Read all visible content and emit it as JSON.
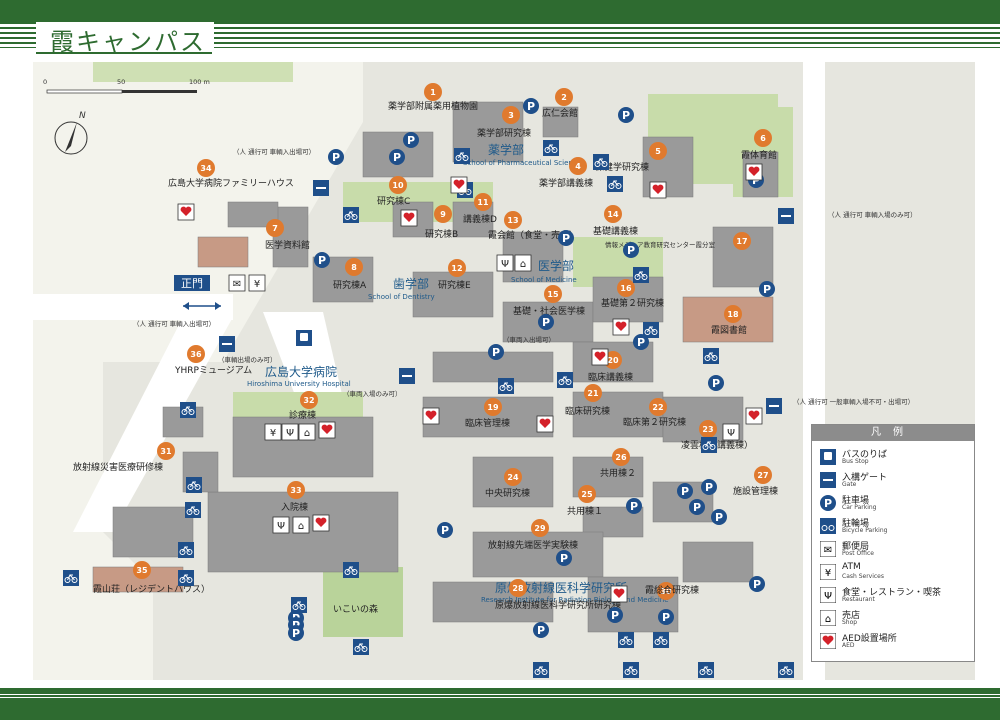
{
  "page": {
    "title": "霞キャンパス"
  },
  "colors": {
    "green": "#2e6b30",
    "badge": "#e07a2e",
    "icon_blue": "#1f4f8a",
    "aed_red": "#d4212a",
    "dept_blue": "#1f5a8a"
  },
  "scale": {
    "ticks": [
      "0",
      "50",
      "100 m"
    ]
  },
  "main_gate": {
    "label": "正門"
  },
  "buildings": [
    {
      "num": "1",
      "name": "薬学部附属薬用植物園"
    },
    {
      "num": "2",
      "name": "広仁会館"
    },
    {
      "num": "3",
      "name": "薬学部研究棟"
    },
    {
      "num": "4",
      "name": "薬学部講義棟"
    },
    {
      "num": "5",
      "name": "保健学研究棟"
    },
    {
      "num": "6",
      "name": "霞体育館"
    },
    {
      "num": "7",
      "name": "医学資料館"
    },
    {
      "num": "8",
      "name": "研究棟A"
    },
    {
      "num": "9",
      "name": "研究棟B"
    },
    {
      "num": "10",
      "name": "研究棟C"
    },
    {
      "num": "11",
      "name": "講義棟D"
    },
    {
      "num": "12",
      "name": "研究棟E"
    },
    {
      "num": "13",
      "name": "霞会館（食堂・売店）"
    },
    {
      "num": "14",
      "name": "基礎講義棟"
    },
    {
      "num": "15",
      "name": "基礎・社会医学棟"
    },
    {
      "num": "16",
      "name": "基礎第２研究棟"
    },
    {
      "num": "17",
      "name": ""
    },
    {
      "num": "18",
      "name": "霞図書館"
    },
    {
      "num": "19",
      "name": "臨床管理棟"
    },
    {
      "num": "20",
      "name": "臨床講義棟"
    },
    {
      "num": "21",
      "name": "臨床研究棟"
    },
    {
      "num": "22",
      "name": "臨床第２研究棟"
    },
    {
      "num": "23",
      "name": "凌雲棟（講義棟）"
    },
    {
      "num": "24",
      "name": "中央研究棟"
    },
    {
      "num": "25",
      "name": "共用棟１"
    },
    {
      "num": "26",
      "name": "共用棟２"
    },
    {
      "num": "27",
      "name": "施設管理棟"
    },
    {
      "num": "28",
      "name": "原爆放射線医科学研究所研究棟"
    },
    {
      "num": "29",
      "name": "放射線先端医学実験棟"
    },
    {
      "num": "30",
      "name": "霞総合研究棟"
    },
    {
      "num": "31",
      "name": "放射線災害医療研修棟"
    },
    {
      "num": "32",
      "name": "診療棟"
    },
    {
      "num": "33",
      "name": "入院棟"
    },
    {
      "num": "34",
      "name": "広島大学病院ファミリーハウス"
    },
    {
      "num": "35",
      "name": "霞山荘（レジデントハウス）"
    },
    {
      "num": "36",
      "name": "YHRPミュージアム"
    }
  ],
  "departments": [
    {
      "jp": "薬学部",
      "en": "School of Pharmaceutical Sciences"
    },
    {
      "jp": "医学部",
      "en": "School of Medicine"
    },
    {
      "jp": "歯学部",
      "en": "School of Dentistry"
    },
    {
      "jp": "広島大学病院",
      "en": "Hiroshima University Hospital"
    },
    {
      "jp": "原爆放射線医科学研究所",
      "en": "Research Institute for Radiation Biology and Medicine"
    }
  ],
  "other_labels": {
    "info_center": "情報メディア教育研究センター霞分室",
    "forest": "いこいの森"
  },
  "gate_notes": [
    "（人 通行可 車輌入出場可）",
    "（人 通行可 車輌入場のみ可）",
    "（人 通行可 車輌入出場可）",
    "（車輌出場のみ可）",
    "（車両入出場可）",
    "（車両入場のみ可）",
    "（人 通行可 一般車輌入場不可・出場可）"
  ],
  "legend": {
    "title": "凡例",
    "items": [
      {
        "icon": "bus-stop-icon",
        "jp": "バスのりば",
        "en": "Bus Stop"
      },
      {
        "icon": "gate-icon",
        "jp": "入構ゲート",
        "en": "Gate"
      },
      {
        "icon": "parking-icon",
        "jp": "駐車場",
        "en": "Car Parking"
      },
      {
        "icon": "bicycle-icon",
        "jp": "駐輪場",
        "en": "Bicycle Parking"
      },
      {
        "icon": "post-office-icon",
        "jp": "郵便局",
        "en": "Post Office"
      },
      {
        "icon": "atm-icon",
        "jp": "ATM",
        "en": "Cash Services"
      },
      {
        "icon": "restaurant-icon",
        "jp": "食堂・レストラン・喫茶",
        "en": "Restaurant"
      },
      {
        "icon": "shop-icon",
        "jp": "売店",
        "en": "Shop"
      },
      {
        "icon": "aed-icon",
        "jp": "AED設置場所",
        "en": "AED"
      }
    ]
  }
}
